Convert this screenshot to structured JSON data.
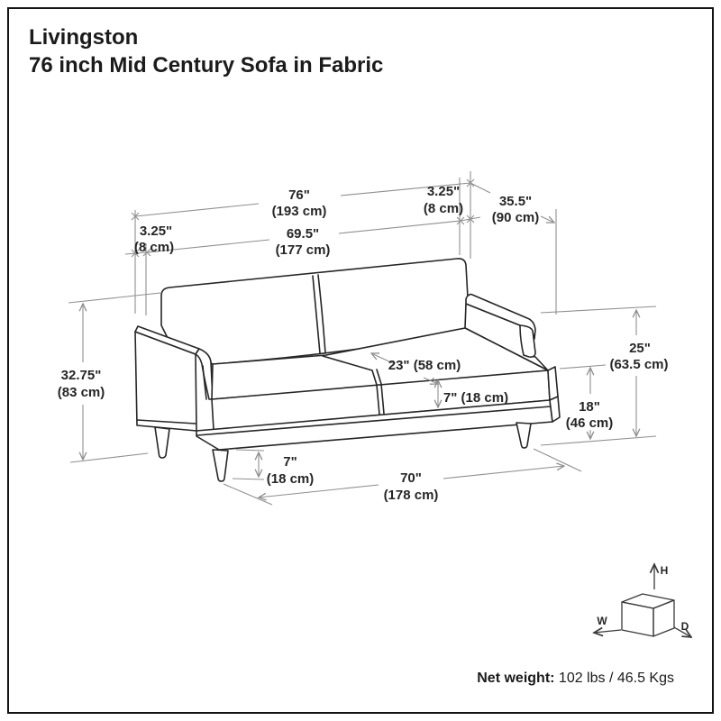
{
  "title": {
    "line1": "Livingston",
    "line2": "76 inch Mid Century Sofa in Fabric"
  },
  "dimensions": {
    "overall_width": {
      "in": "76\"",
      "cm": "(193 cm)"
    },
    "arm_right": {
      "in": "3.25\"",
      "cm": "(8 cm)"
    },
    "depth": {
      "in": "35.5\"",
      "cm": "(90 cm)"
    },
    "arm_left": {
      "in": "3.25\"",
      "cm": "(8 cm)"
    },
    "inner_width": {
      "in": "69.5\"",
      "cm": "(177 cm)"
    },
    "overall_height": {
      "in": "32.75\"",
      "cm": "(83 cm)"
    },
    "arm_height": {
      "in": "25\"",
      "cm": "(63.5 cm)"
    },
    "seat_height": {
      "in": "18\"",
      "cm": "(46 cm)"
    },
    "seat_depth": {
      "label": "23\" (58 cm)"
    },
    "cushion_thickness": {
      "label": "7\" (18 cm)"
    },
    "leg_height": {
      "in": "7\"",
      "cm": "(18 cm)"
    },
    "base_width": {
      "in": "70\"",
      "cm": "(178 cm)"
    }
  },
  "axis_cube": {
    "w": "W",
    "h": "H",
    "d": "D"
  },
  "net_weight": {
    "label": "Net weight:",
    "value": " 102 lbs / 46.5 Kgs"
  },
  "colors": {
    "background": "#ffffff",
    "border": "#141414",
    "sofa_line": "#262626",
    "dimension_line": "#8f8f8f",
    "text": "#1b1b1b"
  }
}
